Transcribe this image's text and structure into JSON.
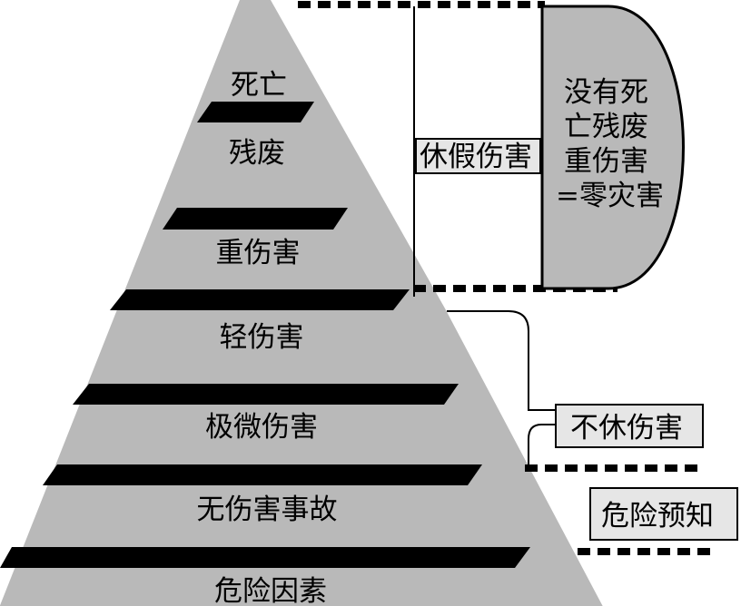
{
  "pyramid": {
    "levels": [
      "死亡",
      "残废",
      "重伤害",
      "轻伤害",
      "极微伤害",
      "无伤害事故",
      "危险因素"
    ]
  },
  "labels": {
    "holiday_injury": "休假伤害",
    "no_leave_injury": "不休伤害",
    "hazard_prediction": "危险预知"
  },
  "zero_disaster": {
    "lines": [
      "没有死",
      "亡残废",
      "重伤害",
      "=零灾害"
    ]
  },
  "colors": {
    "pyramid_fill": "#b9b9b9",
    "box_fill": "#e6e6e6",
    "band": "#000000"
  }
}
